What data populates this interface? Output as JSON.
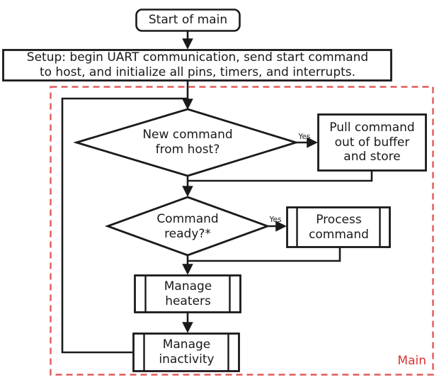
{
  "diagram": {
    "title_label": "Main",
    "title_color": "#e03030",
    "stroke_color": "#1a1a1a",
    "boundary_color": "#e05a5a",
    "nodes": {
      "start": {
        "label": "Start of main",
        "shape": "terminator"
      },
      "setup": {
        "label": "Setup: begin UART communication, send start command\nto host, and initialize all pins, timers, and interrupts.",
        "shape": "process"
      },
      "decision_new_command": {
        "label": "New command\nfrom host?",
        "shape": "decision"
      },
      "pull_command": {
        "label": "Pull command\nout of buffer\nand store",
        "shape": "process"
      },
      "decision_command_ready": {
        "label": "Command\nready?*",
        "shape": "decision"
      },
      "process_command": {
        "label": "Process\ncommand",
        "shape": "predefined-process"
      },
      "manage_heaters": {
        "label": "Manage\nheaters",
        "shape": "predefined-process"
      },
      "manage_inactivity": {
        "label": "Manage\ninactivity",
        "shape": "predefined-process"
      }
    },
    "edge_labels": {
      "new_command_yes": "Yes",
      "command_ready_yes": "Yes"
    }
  }
}
